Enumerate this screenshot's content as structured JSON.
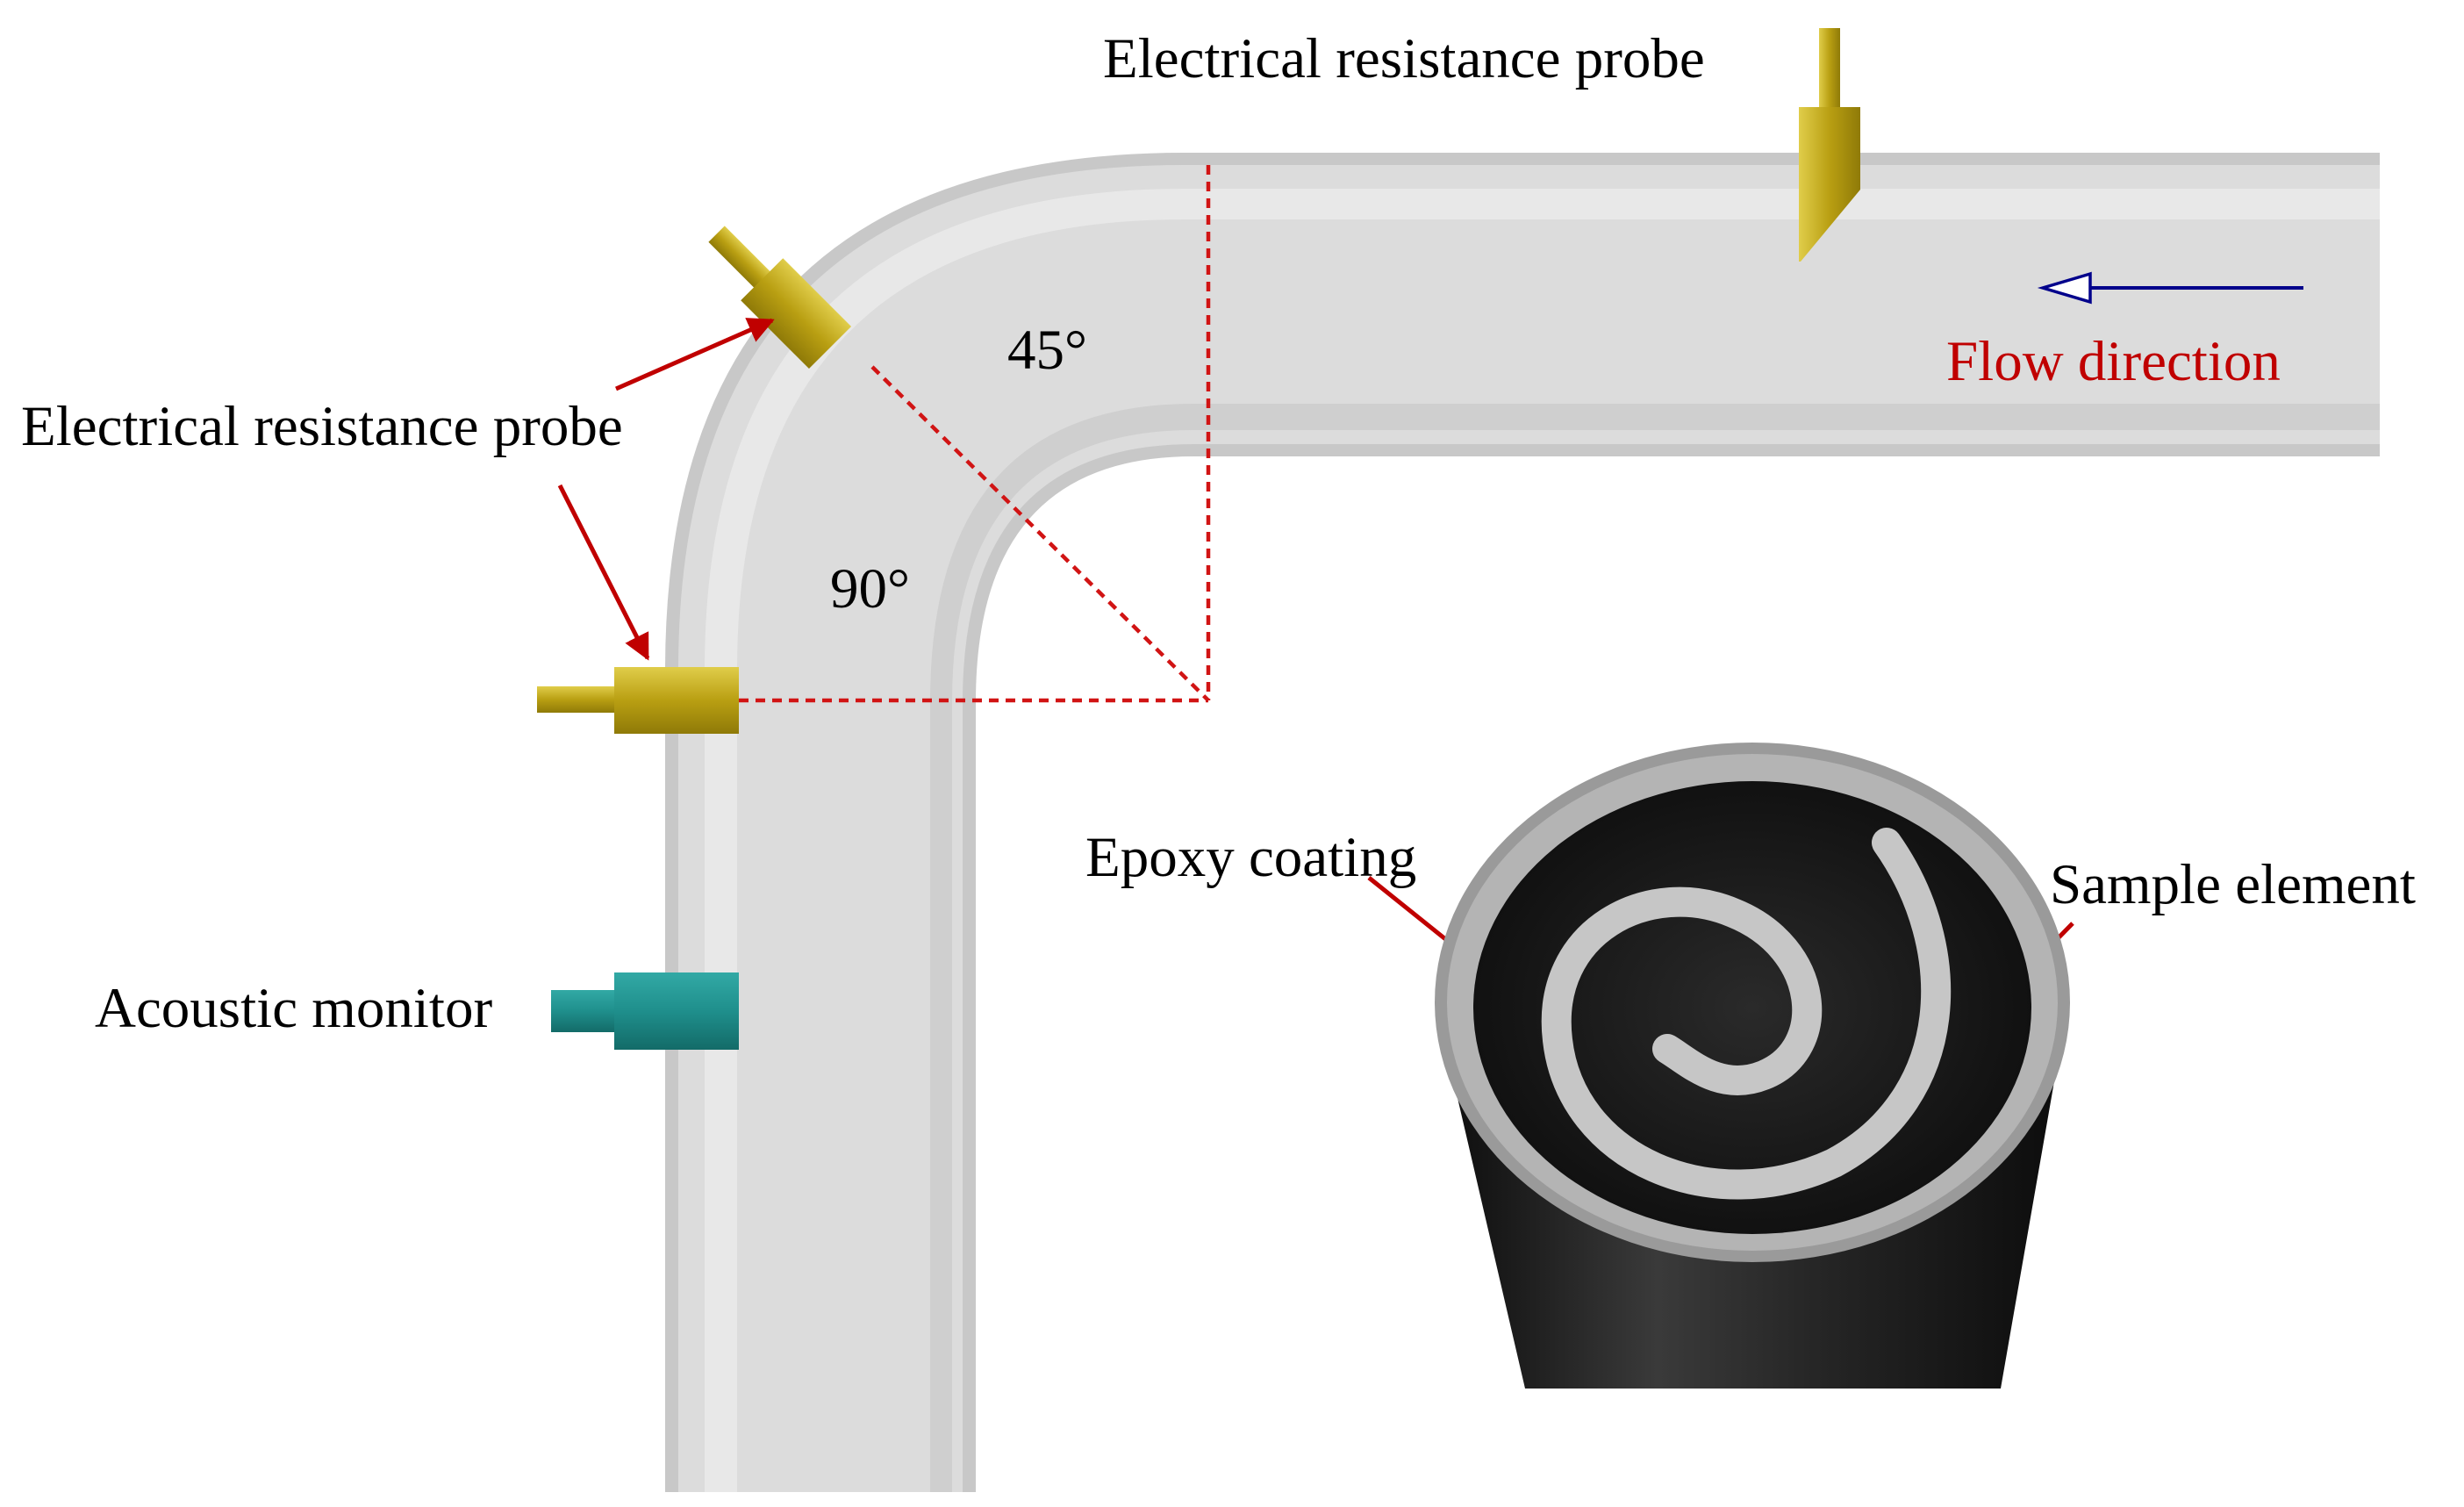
{
  "labels": {
    "top_probe": "Electrical resistance probe",
    "left_probe": "Electrical resistance probe",
    "angle_45": "45°",
    "angle_90": "90°",
    "flow_direction": "Flow direction",
    "acoustic_monitor": "Acoustic monitor",
    "epoxy_coating": "Epoxy coating",
    "sample_element": "Sample element"
  },
  "colors": {
    "pipe_body": "#dedede",
    "pipe_edge": "#c4c4c4",
    "probe": "#c9b21e",
    "acoustic_monitor": "#1f8f8c",
    "dashed_lines": "#d11414",
    "arrows": "#c00000",
    "flow_arrow": "#00008b",
    "flow_label": "#c00000",
    "sample_body": "#1a1a1a",
    "sample_metal": "#bdbdbd"
  },
  "icons": {
    "top_probe": "probe-icon",
    "bend_probe": "probe-icon",
    "side_probe": "probe-icon",
    "acoustic_monitor": "acoustic-monitor-icon",
    "sample": "spiral-sample-icon"
  }
}
